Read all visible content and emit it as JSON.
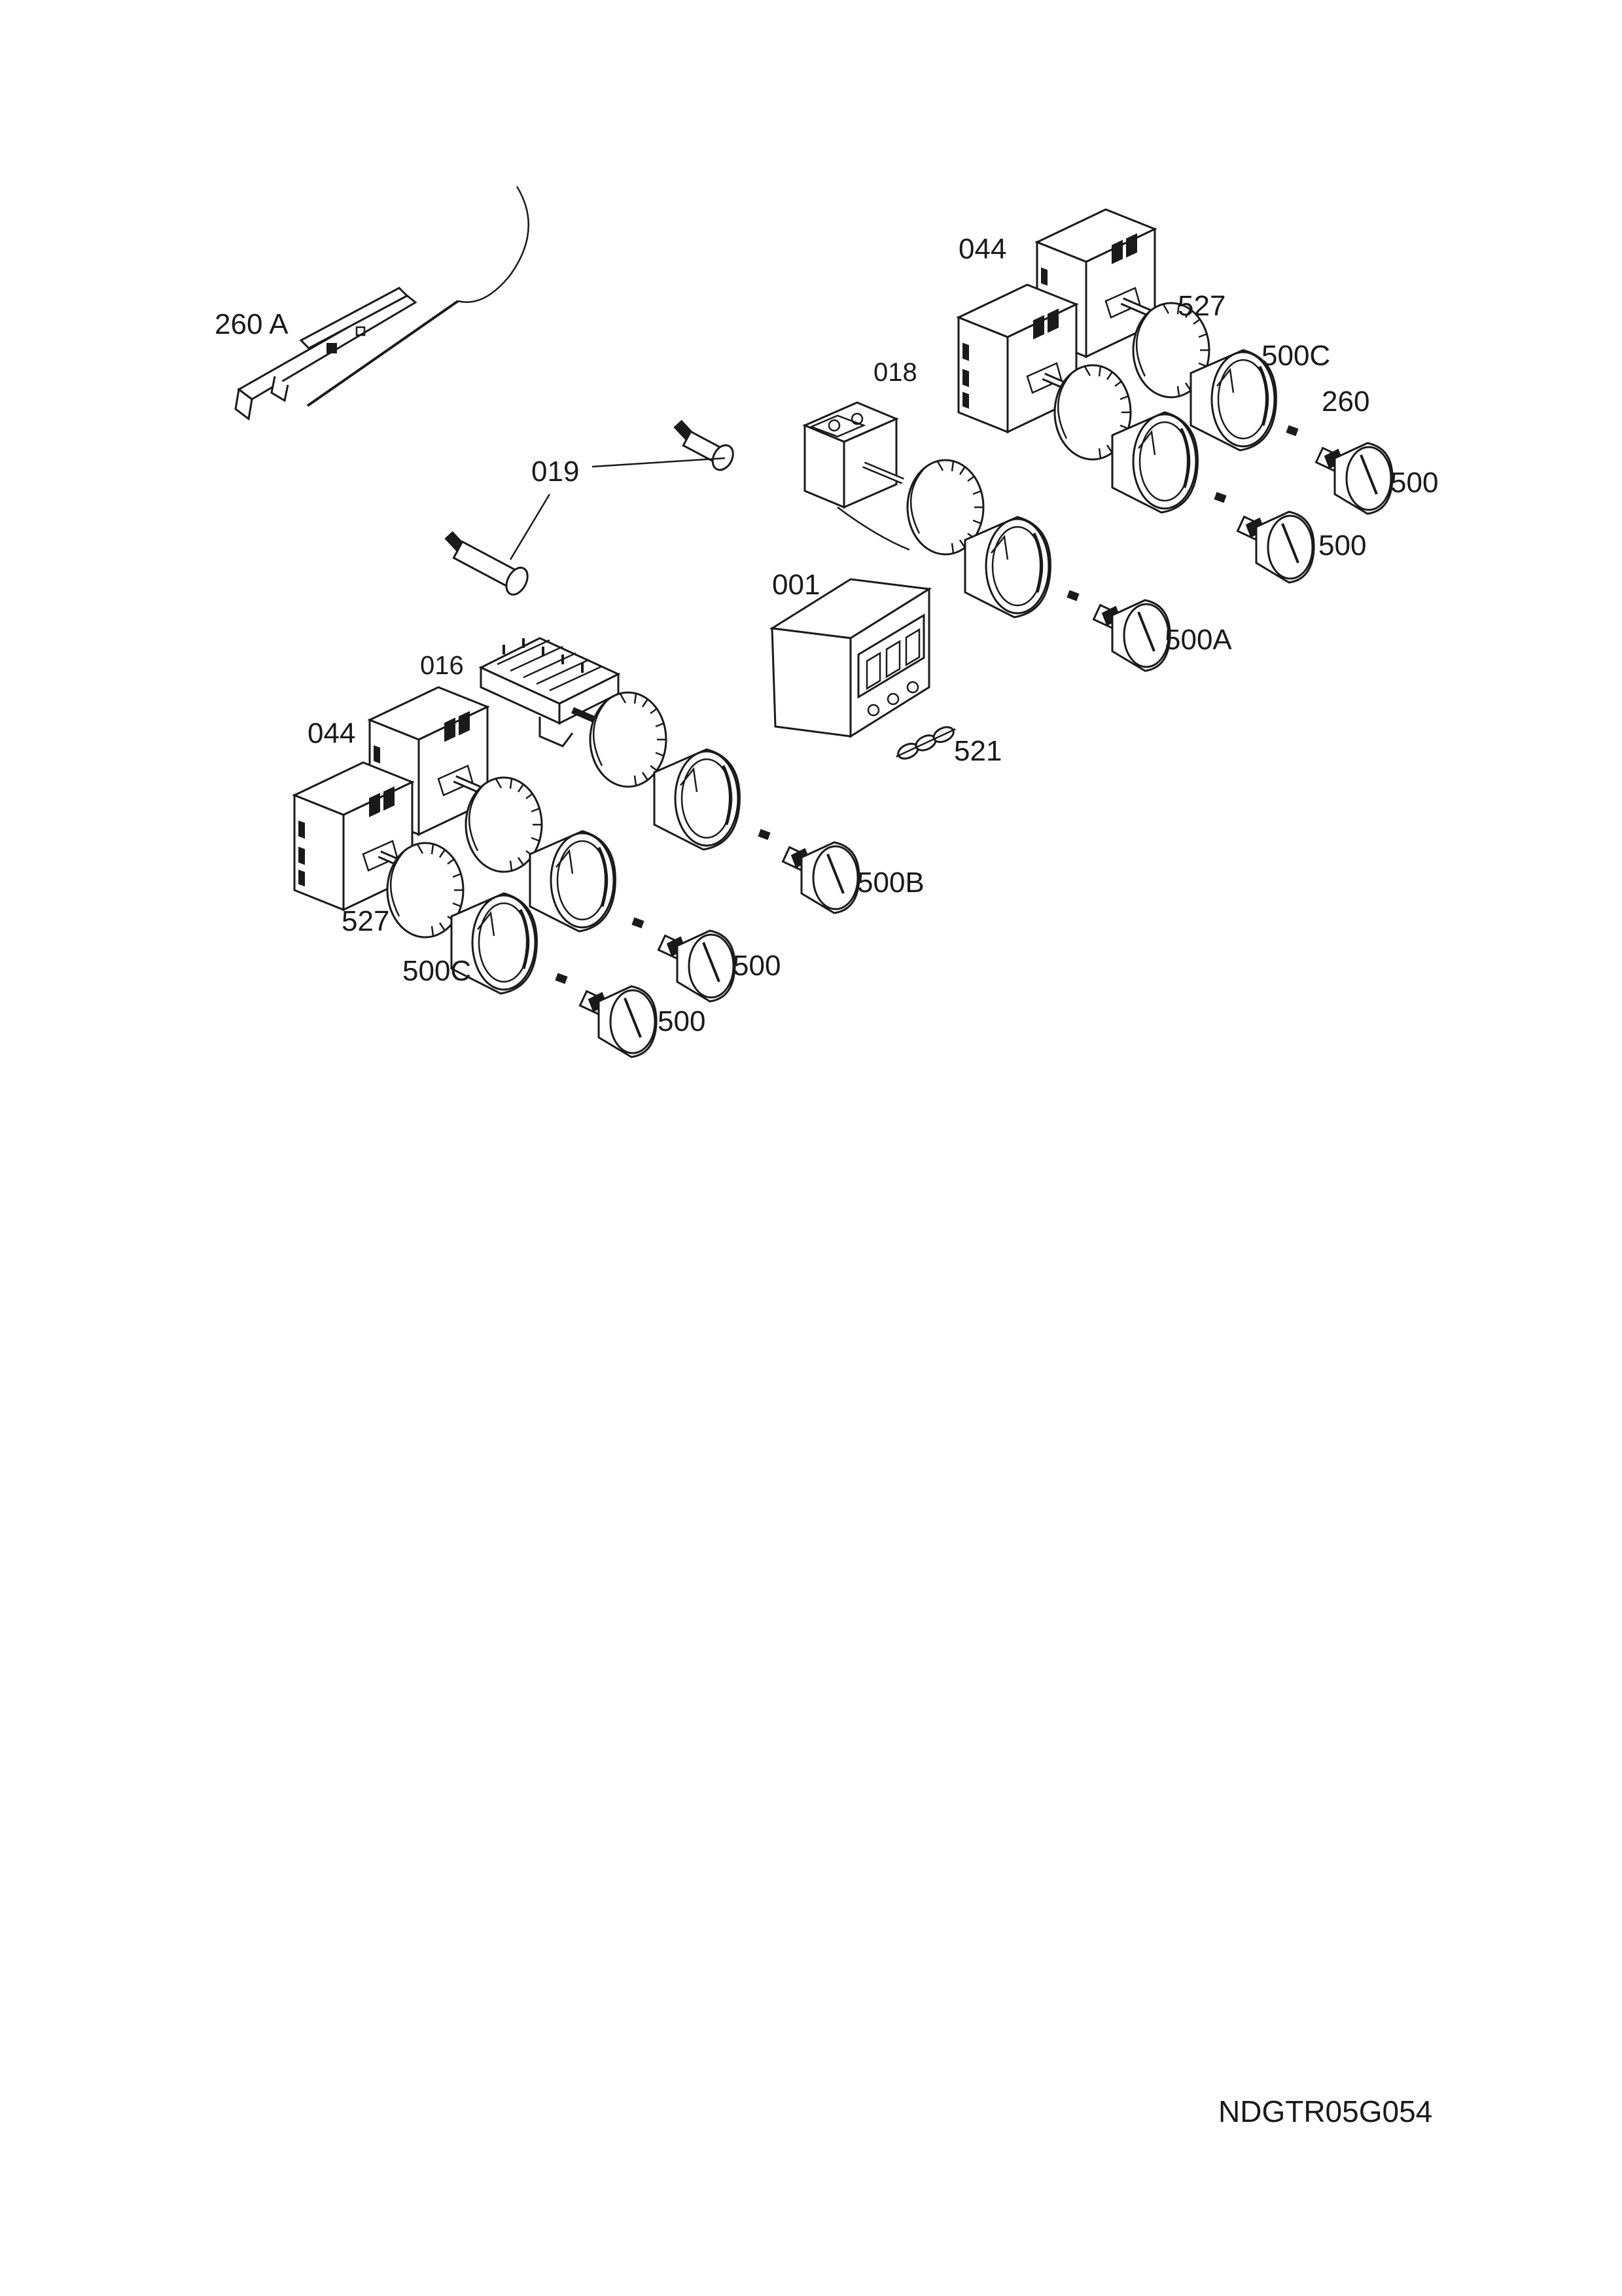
{
  "labels": {
    "l260a": "260 A",
    "l044_top": "044",
    "l527_top": "527",
    "l500c_top": "500C",
    "l018": "018",
    "l260": "260",
    "l019": "019",
    "l500_r1": "500",
    "l500_r2": "500",
    "l001": "001",
    "l500a": "500A",
    "l016": "016",
    "l521": "521",
    "l044_left": "044",
    "l500b": "500B",
    "l527_left": "527",
    "l500_l1": "500",
    "l500c_left": "500C",
    "l500_l2": "500"
  },
  "drawing_code": "NDGTR05G054"
}
